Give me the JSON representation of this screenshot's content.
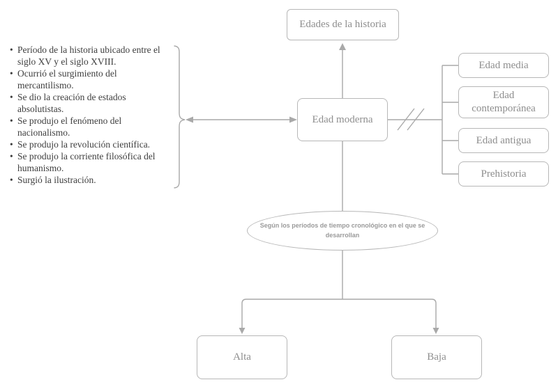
{
  "diagram": {
    "root_box": {
      "label": "Edades de la historia"
    },
    "center_box": {
      "label": "Edad moderna"
    },
    "notes": {
      "bullet": "•",
      "items": [
        {
          "lines": [
            "Período de la historia ubicado entre el",
            "siglo XV y el siglo XVIII."
          ]
        },
        {
          "lines": [
            "Ocurrió el surgimiento del",
            "mercantilismo."
          ]
        },
        {
          "lines": [
            "Se dio la creación de estados",
            "absolutistas."
          ]
        },
        {
          "lines": [
            "Se produjo el fenómeno del",
            "nacionalismo."
          ]
        },
        {
          "lines": [
            "Se produjo la revolución científica."
          ]
        },
        {
          "lines": [
            "Se produjo la corriente filosófica del",
            "humanismo."
          ]
        },
        {
          "lines": [
            "Surgió la ilustración."
          ]
        }
      ]
    },
    "age_boxes": [
      {
        "label": "Edad media"
      },
      {
        "label": "Edad contemporánea"
      },
      {
        "label": "Edad antigua"
      },
      {
        "label": "Prehistoria"
      }
    ],
    "criterion_ellipse": {
      "lines": [
        "Según los períodos de tiempo cronológico en el que se",
        "desarrollan"
      ]
    },
    "bottom_boxes": [
      {
        "label": "Alta"
      },
      {
        "label": "Baja"
      }
    ],
    "colors": {
      "background": "#ffffff",
      "node_border": "#b7b7b7",
      "connector": "#a9a9a9",
      "node_text": "#8e8e8e",
      "notes_text": "#3e3e3e",
      "ellipse_text": "#9a9a9a"
    }
  }
}
